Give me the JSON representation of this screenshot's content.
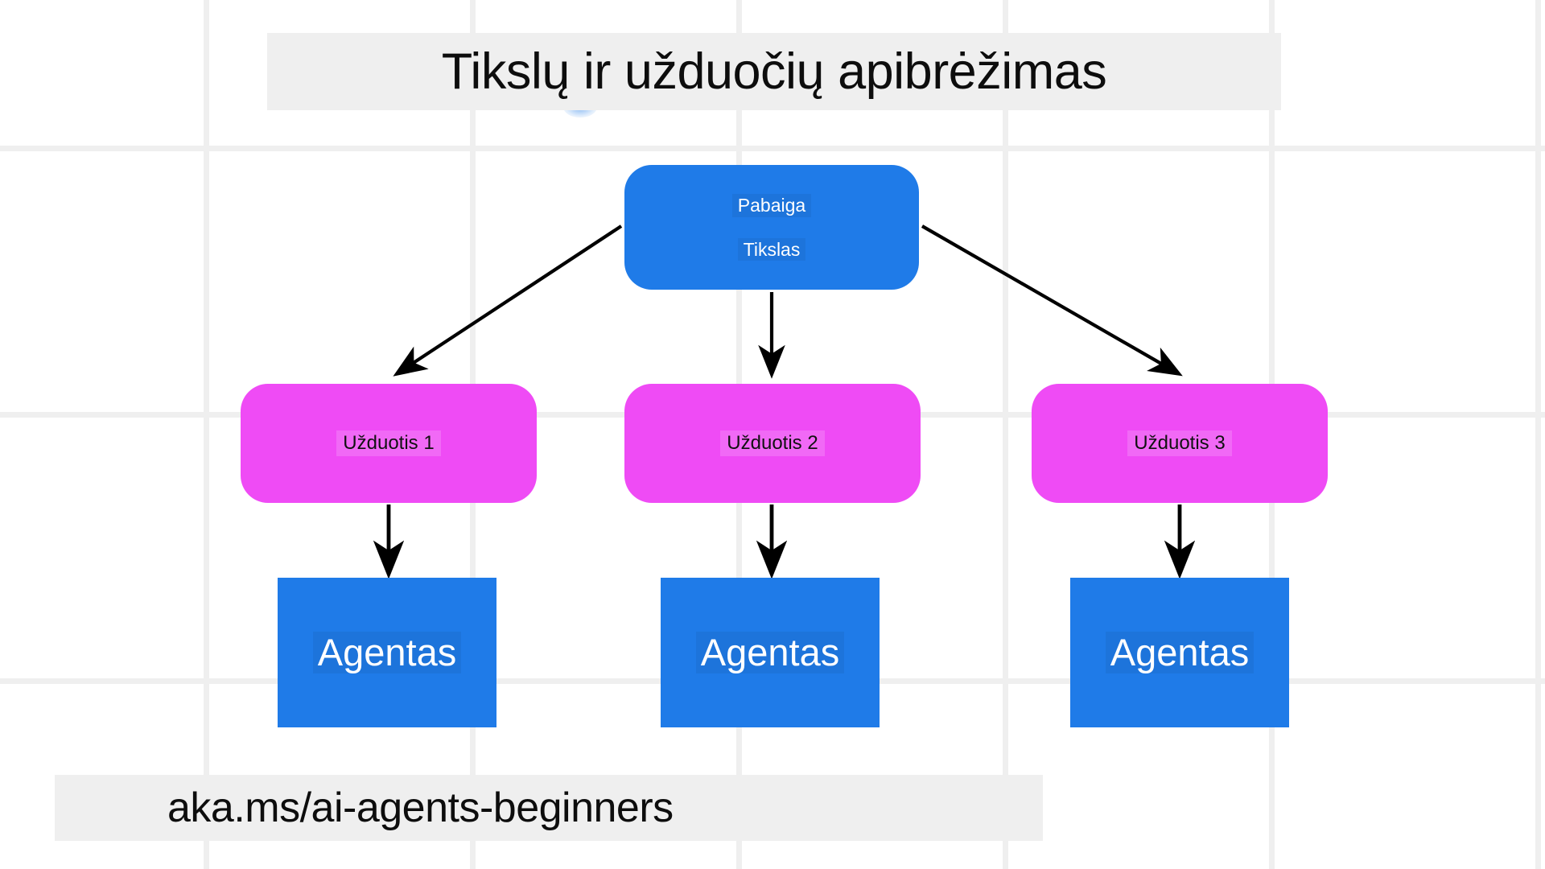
{
  "title": {
    "text": "Tikslų ir užduočių apibrėžimas"
  },
  "goal_node": {
    "line1": "Pabaiga",
    "line2": "Tikslas"
  },
  "tasks": [
    {
      "label": "Užduotis 1"
    },
    {
      "label": "Užduotis 2"
    },
    {
      "label": "Užduotis 3"
    }
  ],
  "agents": [
    {
      "label": "Agentas"
    },
    {
      "label": "Agentas"
    },
    {
      "label": "Agentas"
    }
  ],
  "footer": {
    "url": "aka.ms/ai-agents-beginners"
  },
  "colors": {
    "node_blue": "#1f7be8",
    "node_magenta": "#ef4bf5",
    "banner_gray": "#efefef",
    "grid_line": "#efefef",
    "edge_black": "#000000",
    "text_dark": "#0d0d0d",
    "text_light": "#ffffff"
  },
  "diagram": {
    "type": "tree",
    "root": "Pabaiga / Tikslas",
    "levels": 3,
    "edges": [
      {
        "from": "goal",
        "to": "task-1"
      },
      {
        "from": "goal",
        "to": "task-2"
      },
      {
        "from": "goal",
        "to": "task-3"
      },
      {
        "from": "task-1",
        "to": "agent-1"
      },
      {
        "from": "task-2",
        "to": "agent-2"
      },
      {
        "from": "task-3",
        "to": "agent-3"
      }
    ]
  }
}
